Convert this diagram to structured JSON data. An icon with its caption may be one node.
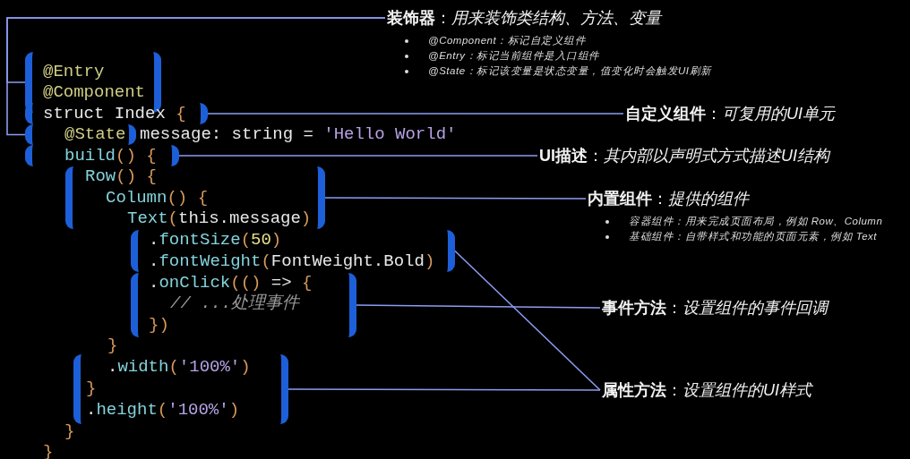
{
  "diagram": {
    "nodes": [
      {
        "text": [
          "**装饰器**：*用来装饰类结构、方法、变量*",
          "@Component：标记自定义组件",
          "@Entry：标记当前组件是入口组件",
          "@State：标记该变量是状态变量，值变化时会触发UI刷新"
        ]
      },
      {
        "text": [
          "@Entry",
          "@Component"
        ]
      },
      {
        "text": [
          "struct Index {"
        ]
      },
      {
        "text": [
          "**自定义组件**：*可复用的UI单元*"
        ]
      },
      {
        "text": [
          "@State"
        ]
      },
      {
        "text": [
          "build() {"
        ]
      },
      {
        "text": [
          "**UI描述**：*其内部以声明式方式描述UI结构*"
        ]
      },
      {
        "text": [
          "Row() {",
          "Column() {",
          "Text(this.message)"
        ]
      },
      {
        "text": [
          "**内置组件**：*提供的组件*",
          "容器组件：用来完成页面布局，例如 Row、Column",
          "基础组件：自带样式和功能的页面元素，例如 Text"
        ]
      },
      {
        "text": [
          ".fontSize(50)",
          ".fontWeight(FontWeight.Bold)"
        ]
      },
      {
        "text": [
          ".onClick(() => {",
          "// ...处理事件",
          "})"
        ]
      },
      {
        "text": [
          "**事件方法**：*设置组件的事件回调*"
        ]
      },
      {
        "text": [
          ".width('100%')",
          "}",
          ".height('100%')"
        ]
      },
      {
        "text": [
          "**属性方法**：*设置组件的UI样式*"
        ]
      }
    ],
    "edges": [
      {
        "from": 0,
        "to": 1,
        "arrow": "none"
      },
      {
        "from": 0,
        "to": 4,
        "arrow": "none"
      },
      {
        "from": 3,
        "to": 2,
        "arrow": "none"
      },
      {
        "from": 6,
        "to": 5,
        "arrow": "none"
      },
      {
        "from": 8,
        "to": 7,
        "arrow": "none"
      },
      {
        "from": 11,
        "to": 10,
        "arrow": "none"
      },
      {
        "from": 13,
        "to": 9,
        "arrow": "none"
      },
      {
        "from": 13,
        "to": 12,
        "arrow": "none"
      }
    ],
    "labels": [
      "message: string = 'Hello World'",
      "}",
      "}",
      "}"
    ]
  }
}
